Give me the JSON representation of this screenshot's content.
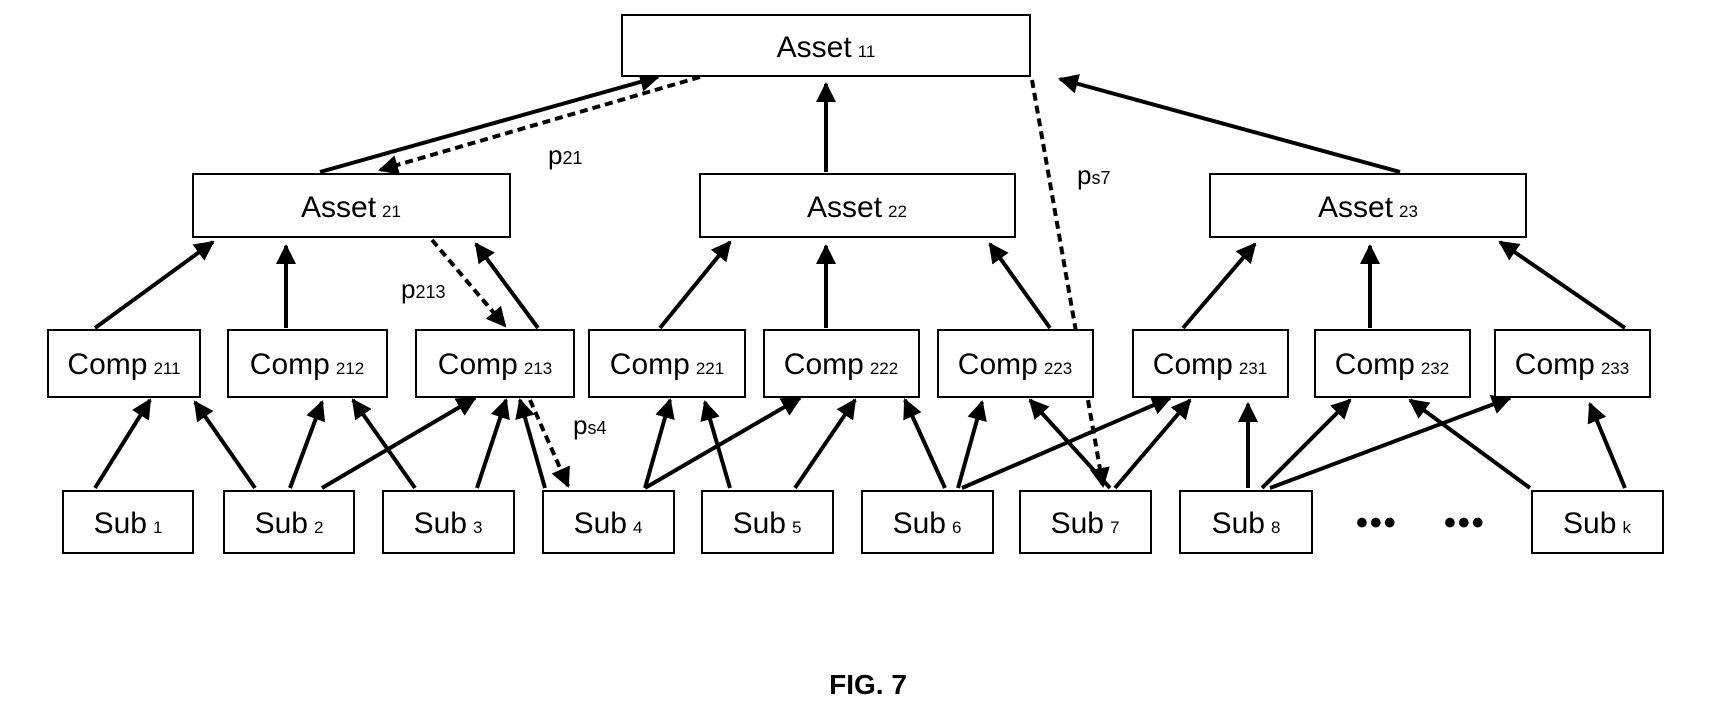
{
  "nodes": [
    {
      "id": "asset11",
      "name": "Asset",
      "sub": "11"
    },
    {
      "id": "asset21",
      "name": "Asset",
      "sub": "21"
    },
    {
      "id": "asset22",
      "name": "Asset",
      "sub": "22"
    },
    {
      "id": "asset23",
      "name": "Asset",
      "sub": "23"
    },
    {
      "id": "comp211",
      "name": "Comp",
      "sub": "211"
    },
    {
      "id": "comp212",
      "name": "Comp",
      "sub": "212"
    },
    {
      "id": "comp213",
      "name": "Comp",
      "sub": "213"
    },
    {
      "id": "comp221",
      "name": "Comp",
      "sub": "221"
    },
    {
      "id": "comp222",
      "name": "Comp",
      "sub": "222"
    },
    {
      "id": "comp223",
      "name": "Comp",
      "sub": "223"
    },
    {
      "id": "comp231",
      "name": "Comp",
      "sub": "231"
    },
    {
      "id": "comp232",
      "name": "Comp",
      "sub": "232"
    },
    {
      "id": "comp233",
      "name": "Comp",
      "sub": "233"
    },
    {
      "id": "sub1",
      "name": "Sub",
      "sub": "1"
    },
    {
      "id": "sub2",
      "name": "Sub",
      "sub": "2"
    },
    {
      "id": "sub3",
      "name": "Sub",
      "sub": "3"
    },
    {
      "id": "sub4",
      "name": "Sub",
      "sub": "4"
    },
    {
      "id": "sub5",
      "name": "Sub",
      "sub": "5"
    },
    {
      "id": "sub6",
      "name": "Sub",
      "sub": "6"
    },
    {
      "id": "sub7",
      "name": "Sub",
      "sub": "7"
    },
    {
      "id": "sub8",
      "name": "Sub",
      "sub": "8"
    },
    {
      "id": "subk",
      "name": "Sub",
      "sub": "k"
    }
  ],
  "path_labels": [
    {
      "id": "p21",
      "main": "p",
      "sub": "21"
    },
    {
      "id": "p213",
      "main": "p",
      "sub": "213"
    },
    {
      "id": "ps4",
      "main": "p",
      "sub": "s4"
    },
    {
      "id": "ps7",
      "main": "p",
      "sub": "s7"
    }
  ],
  "ellipsis": [
    "•••",
    "•••"
  ],
  "caption": "FIG. 7"
}
